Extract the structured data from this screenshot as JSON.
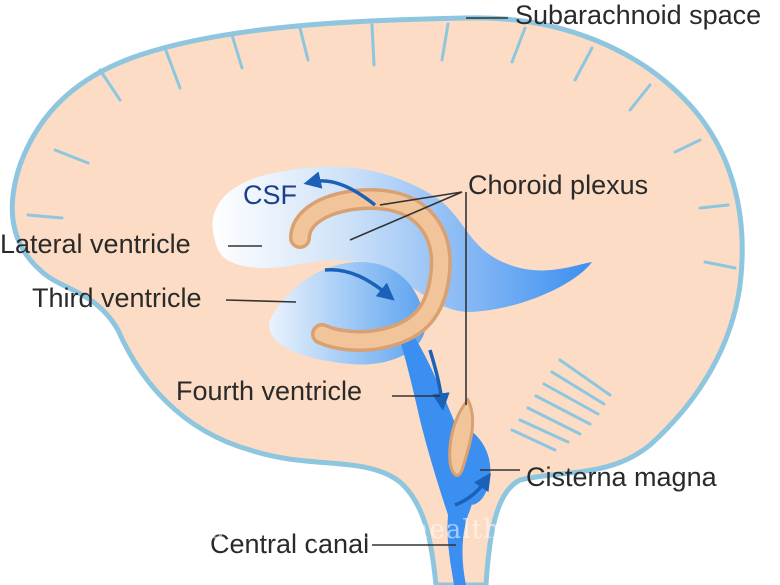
{
  "labels": {
    "subarachnoid_space": "Subarachnoid space",
    "choroid_plexus": "Choroid plexus",
    "csf": "CSF",
    "lateral_ventricle": "Lateral ventricle",
    "third_ventricle": "Third ventricle",
    "fourth_ventricle": "Fourth ventricle",
    "cisterna_magna": "Cisterna magna",
    "central_canal": "Central canal"
  },
  "watermark": "yourchiropractichealth.com",
  "colors": {
    "brain_fill": "#fcdcc4",
    "outline": "#8ec6df",
    "ventricle_blue": "#3b8ff0",
    "ventricle_light": "#e6f0fb",
    "plexus": "#f2c49a",
    "plexus_edge": "#d9a072",
    "arrow_blue": "#1a62b8"
  }
}
